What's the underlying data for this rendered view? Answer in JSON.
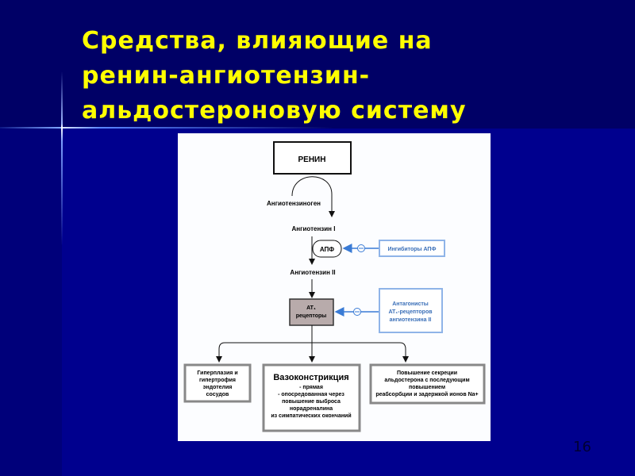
{
  "slide": {
    "title_lines": [
      "Средства, влияющие на",
      "ренин-ангиотензин-",
      "альдостероновую систему"
    ],
    "page_number": "16"
  },
  "diagram": {
    "renin": "РЕНИН",
    "angiotensinogen": "Ангиотензиноген",
    "angiotensin_1": "Ангиотензин I",
    "ace": "АПФ",
    "ace_inhibitors": "Ингибиторы АПФ",
    "angiotensin_2": "Ангиотензин II",
    "at1_receptors": [
      "AT₁",
      "рецепторы"
    ],
    "at1_antagonists": [
      "Антагонисты",
      "AT₁-рецепторов",
      "ангиотензина II"
    ],
    "effects": {
      "hyperplasia": [
        "Гиперплазия и",
        "гипертрофия",
        "эндотелия",
        "сосудов"
      ],
      "vasoconstriction_title": "Вазоконстрикция",
      "vasoconstriction": [
        "- прямая",
        "- опосредованная через",
        "повышение выброса",
        "норадреналина",
        "из симпатических окончаний"
      ],
      "aldosterone": [
        "Повышение секреции",
        "альдостерона с последующим",
        "повышением",
        "реабсорбции и задержкой ионов Na+"
      ]
    },
    "colors": {
      "blue": "#3a7bd5",
      "receptor_fill": "#b8abab"
    }
  }
}
